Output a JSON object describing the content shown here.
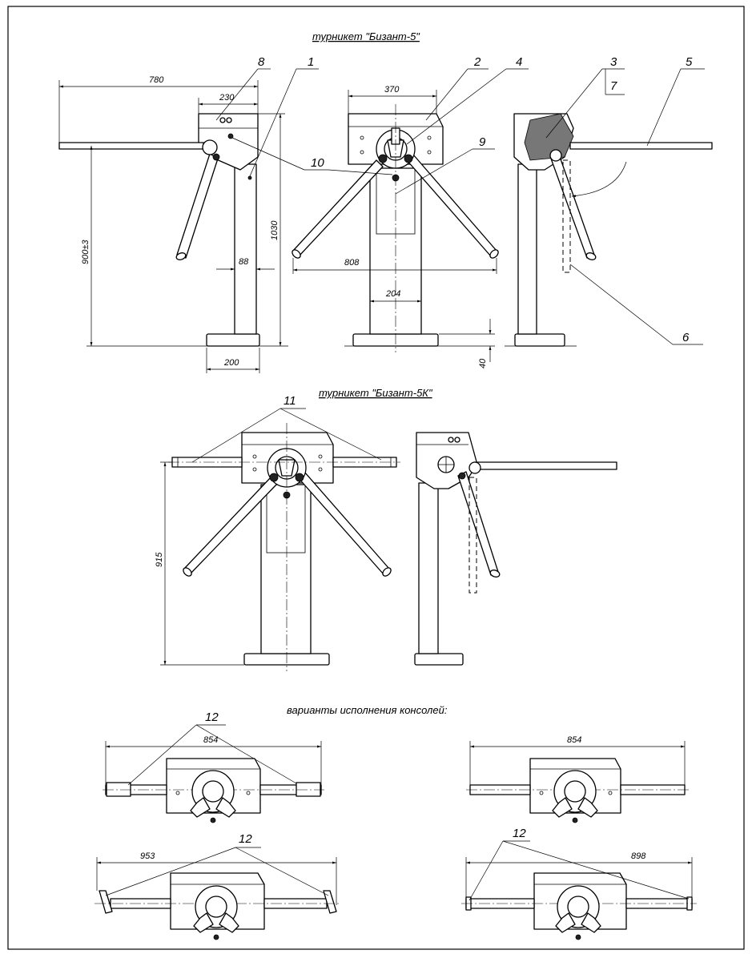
{
  "titles": {
    "model_a": "турникет \"Бизант-5\"",
    "model_b": "турникет \"Бизант-5К\"",
    "variants": "варианты исполнения консолей:"
  },
  "dimensions": {
    "d780": "780",
    "d230": "230",
    "d370": "370",
    "d900": "900±3",
    "d1030": "1030",
    "d88": "88",
    "d808": "808",
    "d204": "204",
    "d200": "200",
    "d40": "40",
    "d915": "915",
    "d854a": "854",
    "d854b": "854",
    "d953": "953",
    "d898": "898"
  },
  "positions": {
    "p1": "1",
    "p2": "2",
    "p3": "3",
    "p4": "4",
    "p5": "5",
    "p6": "6",
    "p7": "7",
    "p8": "8",
    "p9": "9",
    "p10": "10",
    "p11": "11",
    "p12a": "12",
    "p12b": "12",
    "p12c": "12"
  }
}
